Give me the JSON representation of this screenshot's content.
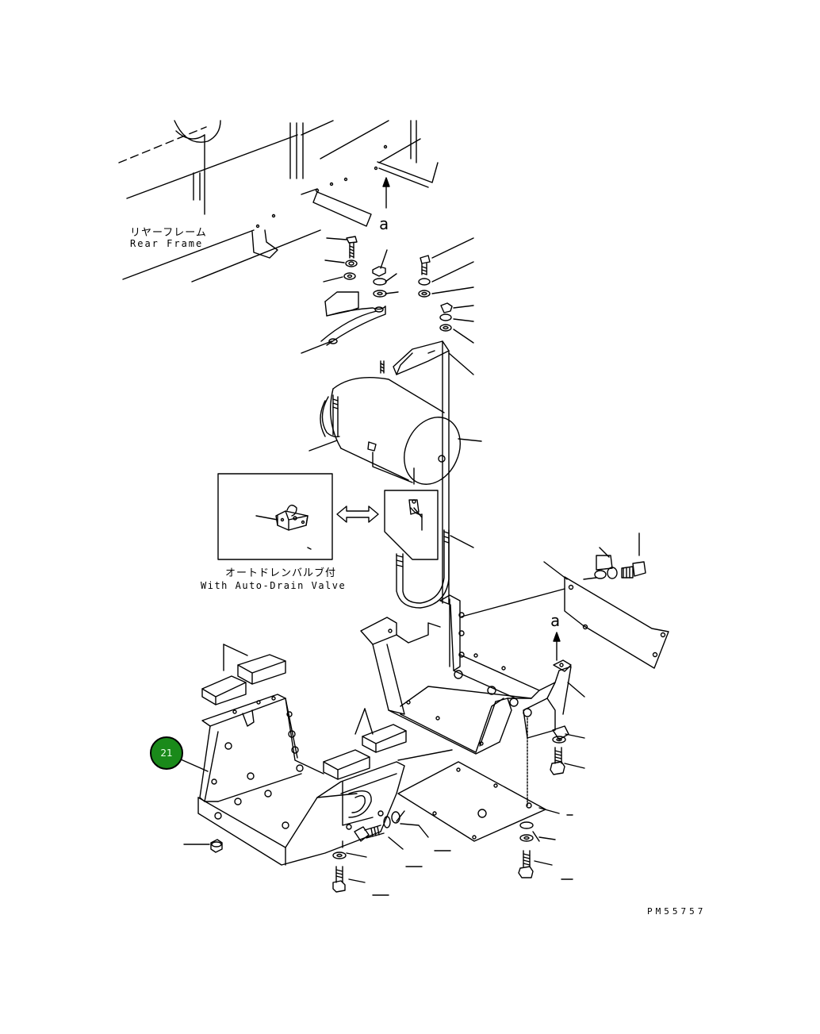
{
  "labels": {
    "rear_frame_jp": "リヤーフレーム",
    "rear_frame_en": "Rear Frame",
    "view_a_top": "a",
    "view_a_mid": "a",
    "auto_drain_jp": "オートドレンバルブ付",
    "auto_drain_en": "With Auto-Drain Valve",
    "drawing_number": "PM55757"
  },
  "callout": {
    "number": "21",
    "color": "#1a8a1a"
  },
  "colors": {
    "line": "#000000",
    "background": "#ffffff"
  }
}
